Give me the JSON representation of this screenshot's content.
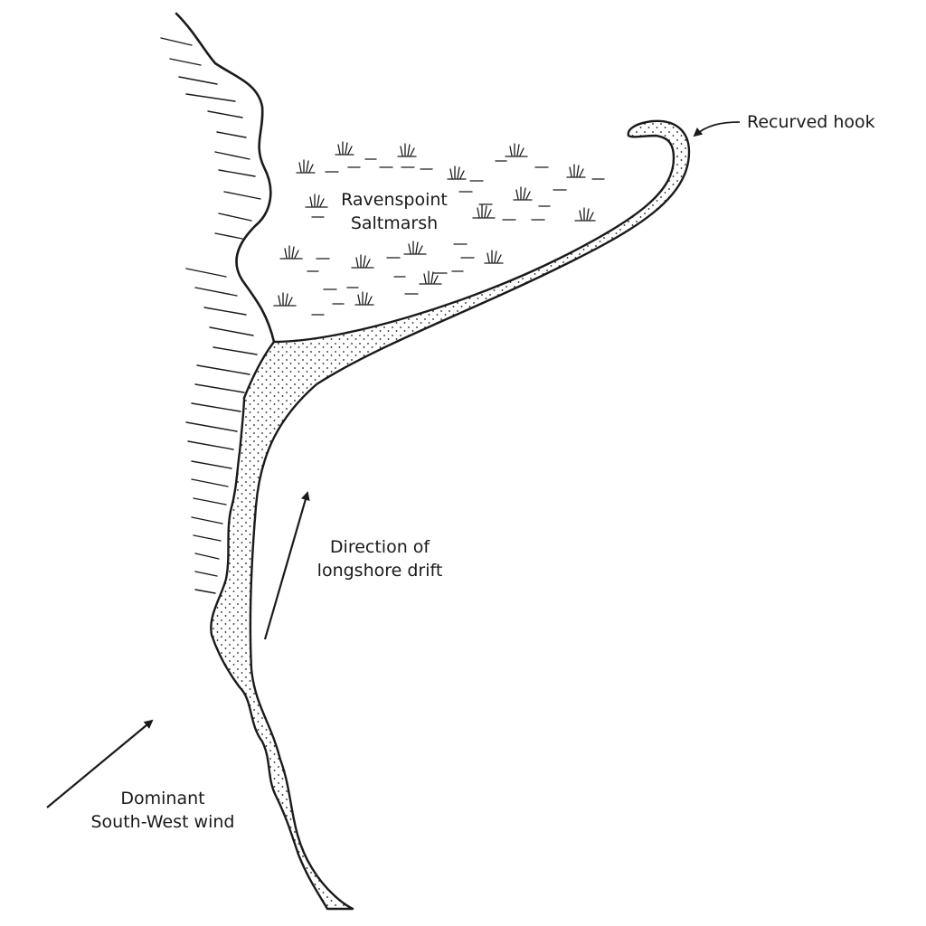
{
  "labels": {
    "recurved_hook": "Recurved hook",
    "saltmarsh_line1": "Ravenspoint",
    "saltmarsh_line2": "Saltmarsh",
    "drift_line1": "Direction of",
    "drift_line2": "longshore drift",
    "wind_line1": "Dominant",
    "wind_line2": "South-West wind"
  },
  "colors": {
    "ink": "#1a1a1a",
    "spit_fill": "#ffffff",
    "background": "#ffffff"
  }
}
